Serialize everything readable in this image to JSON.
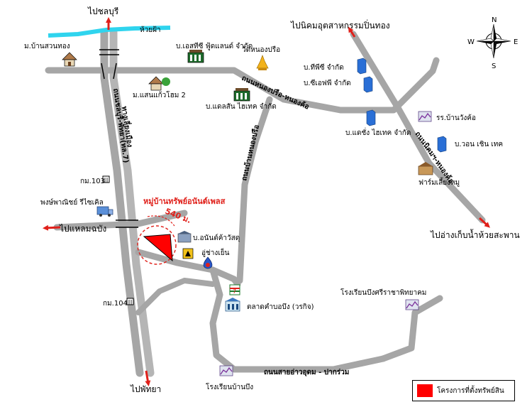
{
  "colors": {
    "road": "#a6a6a6",
    "road_edge": "#8c8c8c",
    "river": "#2fd4ee",
    "arrow": "#e0201a",
    "site": "#ff0000",
    "radius_ring": "#e0201a",
    "label_red": "#e0201a"
  },
  "destinations": {
    "north": "ไปชลบุรี",
    "south": "ไปพัทยา",
    "west": "ไปแหลมฉบัง",
    "northeast": "ไปนิคมอุตสาหกรรมปิ่นทอง",
    "southeast": "ไปอ่างเก็บน้ำห้วยสะพาน"
  },
  "river": {
    "label": "ห้วยฝ้า"
  },
  "compass": {
    "n": "N",
    "s": "S",
    "e": "E",
    "w": "W",
    "icon": "compass-rose-icon"
  },
  "roads": {
    "hwy7_a": "ถนนชลบุรี-พัทยา(ทล.7)",
    "hwy7_b": "ทางเลี่ยงเมือง",
    "nongprue": "ถนนหนองปรือ-หนองค้อ",
    "nongprue_v": "ถนนบ้านหนองปรือ",
    "nongkho": "ถนนนิคมฯ-หนองค้อ",
    "bottom": "ถนนสายอ่าวอุดม - ปากร่วม"
  },
  "places": {
    "suanthong": "ม.บ้านสวนทอง",
    "sc_food": "บ.เอสทีซี ฟู้ดแลนด์ จำกัด",
    "wat": "วัดหนองปรือ",
    "saen_kaew": "ม.แสนแก้วโฮม 2",
    "daelsan": "บ.แดลสัน ไฮเทค จำกัด",
    "tpc": "บ.ทีพีซี จำกัด",
    "zf": "บ.ซีเอฟพี จำกัด",
    "school_wangkho": "รร.บ้านวังค้อ",
    "daechang": "บ.แดชั่ง ไฮเทค จำกัด",
    "vone": "บ.วอน เชิน เทค",
    "pig_farm": "ฟาร์มเลี้ยงหมู",
    "km103": "กม.103",
    "panich": "พงษ์พาณิชย์ รีไซเคิล",
    "project": "หมู่บ้านทรัพย์อนันต์เพลส",
    "radius": "540 ม.",
    "anan": "บ.อนันต์ค้าวัสดุ",
    "garage": "อู่ช่างเย็น",
    "km104": "กม.104",
    "seven": "7",
    "market": "ตลาดคำบอบึง (วรกิจ)",
    "school_bungsri": "โรงเรียนบึงศรีราชาพิทยาคม",
    "school_banbung": "โรงเรียนบ้านบึง"
  },
  "legend": {
    "label": "โครงการที่ตั้งทรัพย์สิน"
  }
}
